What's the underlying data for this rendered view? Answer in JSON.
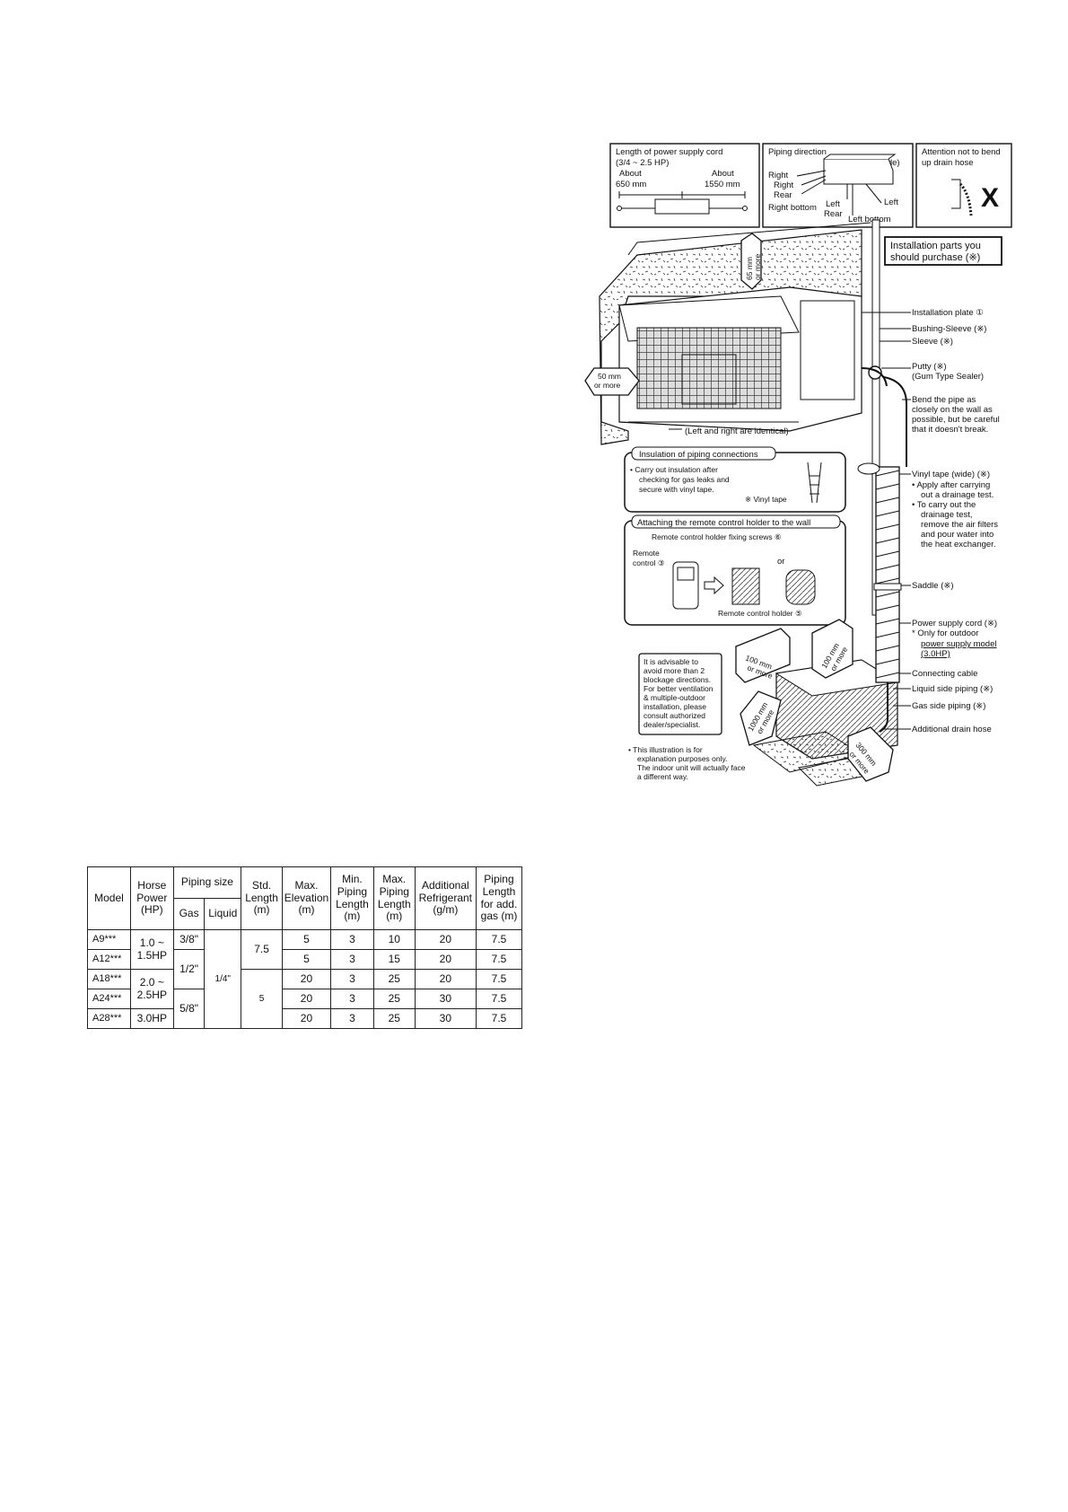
{
  "diagram": {
    "power_cord_box": {
      "title": "Length of power supply cord",
      "subtitle": "(3/4 ~ 2.5 HP)",
      "left_about": "About",
      "left_len": "650 mm",
      "right_about": "About",
      "right_len": "1550 mm"
    },
    "piping_direction_box": {
      "title": "Piping direction",
      "front": "(Front side)",
      "right": "Right",
      "right_rear_1": "Right",
      "right_rear_2": "Rear",
      "right_bottom": "Right bottom",
      "left_rear_1": "Left",
      "left_rear_2": "Rear",
      "left": "Left",
      "left_bottom": "Left bottom"
    },
    "attention_box": {
      "line1": "Attention not to bend",
      "line2": "up drain hose",
      "mark": "X"
    },
    "purchase_box": {
      "line1": "Installation parts you",
      "line2": "should purchase (※)"
    },
    "clearances": {
      "top_1": "65 mm",
      "top_2": "or more",
      "side_1": "50 mm",
      "side_2": "or more",
      "identical": "(Left and right are identical)",
      "c100a_1": "100 mm",
      "c100a_2": "or more",
      "c100b_1": "100 mm",
      "c100b_2": "or more",
      "c1000_1": "1000 mm",
      "c1000_2": "or more",
      "c300_1": "300 mm",
      "c300_2": "or more"
    },
    "insulation_box": {
      "title": "Insulation of piping connections",
      "bullet1": "• Carry out insulation after",
      "bullet2": "checking for gas leaks and",
      "bullet3": "secure with vinyl tape.",
      "tape": "※ Vinyl tape"
    },
    "remote_box": {
      "title": "Attaching the remote control holder to the wall",
      "screws": "Remote control holder fixing screws ⑥",
      "remote_1": "Remote",
      "remote_2": "control ③",
      "or": "or",
      "holder": "Remote control holder ⑤"
    },
    "advisory": [
      "It is advisable to",
      "avoid more than 2",
      "blockage directions.",
      "For better ventilation",
      "& multiple-outdoor",
      "installation, please",
      "consult authorized",
      "dealer/specialist."
    ],
    "illustration_note": [
      "• This illustration is for",
      "explanation purposes only.",
      "The indoor unit will actually face",
      "a different way."
    ],
    "callouts": {
      "installation_plate": "Installation plate ①",
      "bushing_sleeve": "Bushing-Sleeve (※)",
      "sleeve": "Sleeve (※)",
      "putty_1": "Putty (※)",
      "putty_2": "(Gum Type Sealer)",
      "bend_1": "Bend the pipe as",
      "bend_2": "closely on the wall as",
      "bend_3": "possible, but be careful",
      "bend_4": "that it doesn't break.",
      "vinyl_1": "Vinyl tape (wide) (※)",
      "vinyl_2": "• Apply after carrying",
      "vinyl_3": "out a drainage test.",
      "vinyl_4": "• To carry out the",
      "vinyl_5": "drainage test,",
      "vinyl_6": "remove the air filters",
      "vinyl_7": "and pour water into",
      "vinyl_8": "the heat exchanger.",
      "saddle": "Saddle (※)",
      "power_1": "Power supply cord (※)",
      "power_2": "* Only for outdoor",
      "power_3": "power supply model",
      "power_4": "(3.0HP)",
      "connecting": "Connecting cable",
      "liquid": "Liquid side piping (※)",
      "gas": "Gas side piping (※)",
      "drain": "Additional drain hose"
    }
  },
  "table": {
    "headers": {
      "model": "Model",
      "hp_1": "Horse",
      "hp_2": "Power",
      "hp_3": "(HP)",
      "piping_size": "Piping size",
      "gas": "Gas",
      "liquid": "Liquid",
      "std_1": "Std.",
      "std_2": "Length",
      "std_3": "(m)",
      "elev_1": "Max.",
      "elev_2": "Elevation",
      "elev_3": "(m)",
      "minp_1": "Min.",
      "minp_2": "Piping",
      "minp_3": "Length",
      "minp_4": "(m)",
      "maxp_1": "Max.",
      "maxp_2": "Piping",
      "maxp_3": "Length",
      "maxp_4": "(m)",
      "add_1": "Additional",
      "add_2": "Refrigerant",
      "add_3": "(g/m)",
      "pl_1": "Piping",
      "pl_2": "Length",
      "pl_3": "for add.",
      "pl_4": "gas (m)"
    },
    "hp_groups": [
      "1.0 ~",
      "1.5HP",
      "2.0 ~",
      "2.5HP",
      "3.0HP"
    ],
    "gas_groups": [
      "3/8\"",
      "1/2\"",
      "5/8\""
    ],
    "liquid": "1/4\"",
    "std_groups": [
      "7.5",
      "5"
    ],
    "rows": [
      {
        "model": "A9***",
        "elevation": "5",
        "min": "3",
        "max": "10",
        "additional": "20",
        "length": "7.5"
      },
      {
        "model": "A12***",
        "elevation": "5",
        "min": "3",
        "max": "15",
        "additional": "20",
        "length": "7.5"
      },
      {
        "model": "A18***",
        "elevation": "20",
        "min": "3",
        "max": "25",
        "additional": "20",
        "length": "7.5"
      },
      {
        "model": "A24***",
        "elevation": "20",
        "min": "3",
        "max": "25",
        "additional": "30",
        "length": "7.5"
      },
      {
        "model": "A28***",
        "elevation": "20",
        "min": "3",
        "max": "25",
        "additional": "30",
        "length": "7.5"
      }
    ]
  }
}
